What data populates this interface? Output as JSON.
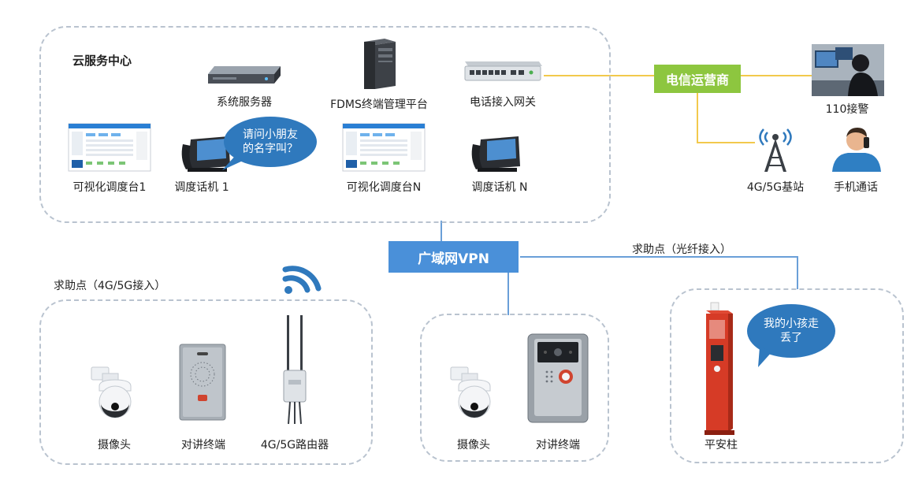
{
  "cloud": {
    "title": "云服务中心",
    "system_server": "系统服务器",
    "fdms_platform": "FDMS终端管理平台",
    "phone_gateway": "电话接入网关",
    "console_1": "可视化调度台1",
    "dispatch_phone_1": "调度话机 1",
    "console_n": "可视化调度台N",
    "dispatch_phone_n": "调度话机 N",
    "bubble_text": "请问小朋友的名字叫？"
  },
  "telecom": {
    "label": "电信运营商",
    "police": "110接警",
    "base_station": "4G/5G基站",
    "mobile_call": "手机通话"
  },
  "wan": {
    "label": "广域网VPN"
  },
  "left_group": {
    "title": "求助点（4G/5G接入）",
    "camera": "摄像头",
    "intercom": "对讲终端",
    "router": "4G/5G路由器"
  },
  "middle_group": {
    "camera": "摄像头",
    "intercom": "对讲终端"
  },
  "right_group": {
    "fiber_label": "求助点（光纤接入）",
    "pillar": "平安柱",
    "bubble_text": "我的小孩走丢了"
  },
  "colors": {
    "accent_green": "#8dc63f",
    "wan_blue": "#4a90d9",
    "bubble_blue": "#2f79bd",
    "dashed_border": "#b9c3cf",
    "line_yellow": "#f2c94c",
    "line_blue": "#6a9fd8"
  }
}
